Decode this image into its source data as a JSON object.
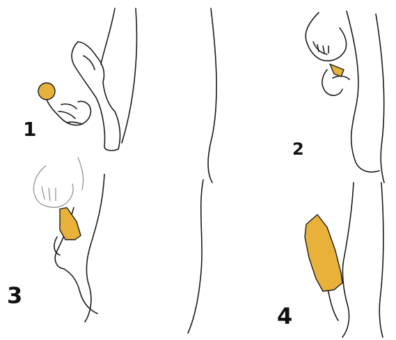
{
  "colors": {
    "accent": "#E8B23A",
    "ink": "#1a1a1a",
    "background": "#ffffff"
  },
  "steps": [
    {
      "number": "1"
    },
    {
      "number": "2"
    },
    {
      "number": "3"
    },
    {
      "number": "4"
    }
  ]
}
